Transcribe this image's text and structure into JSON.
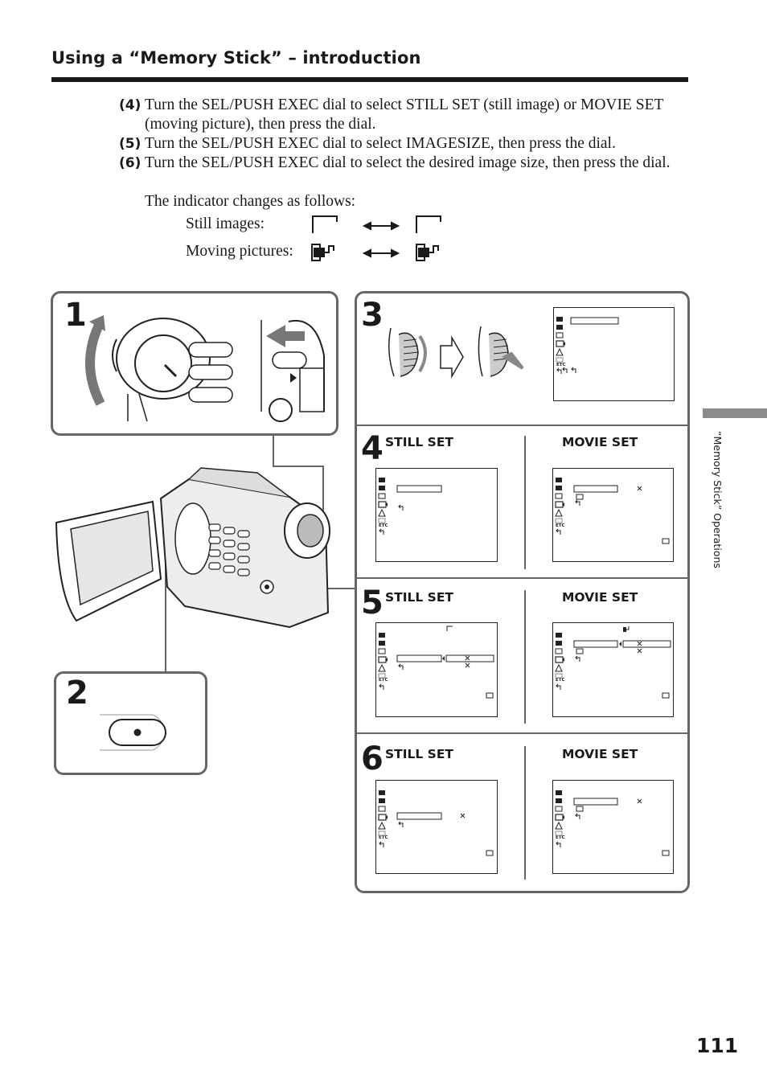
{
  "header": {
    "title": "Using a “Memory Stick” – introduction"
  },
  "steps": [
    {
      "num": "(4)",
      "text": "Turn the SEL/PUSH EXEC dial to select STILL SET (still image) or MOVIE SET (moving picture), then press the dial."
    },
    {
      "num": "(5)",
      "text": "Turn the SEL/PUSH EXEC dial to select IMAGESIZE, then press the dial."
    },
    {
      "num": "(6)",
      "text": "Turn the SEL/PUSH EXEC dial to select the desired image size, then press the dial.",
      "note": "The indicator changes as follows:"
    }
  ],
  "indicators": {
    "still_label": "Still images:",
    "moving_label": "Moving pictures:"
  },
  "figure": {
    "n1": "1",
    "n2": "2",
    "n3": "3",
    "n4": "4",
    "n5": "5",
    "n6": "6",
    "still_set": "STILL SET",
    "movie_set": "MOVIE SET",
    "etc": "ETC"
  },
  "sidebar": {
    "section": "“Memory Stick” Operations"
  },
  "page_number": "111"
}
